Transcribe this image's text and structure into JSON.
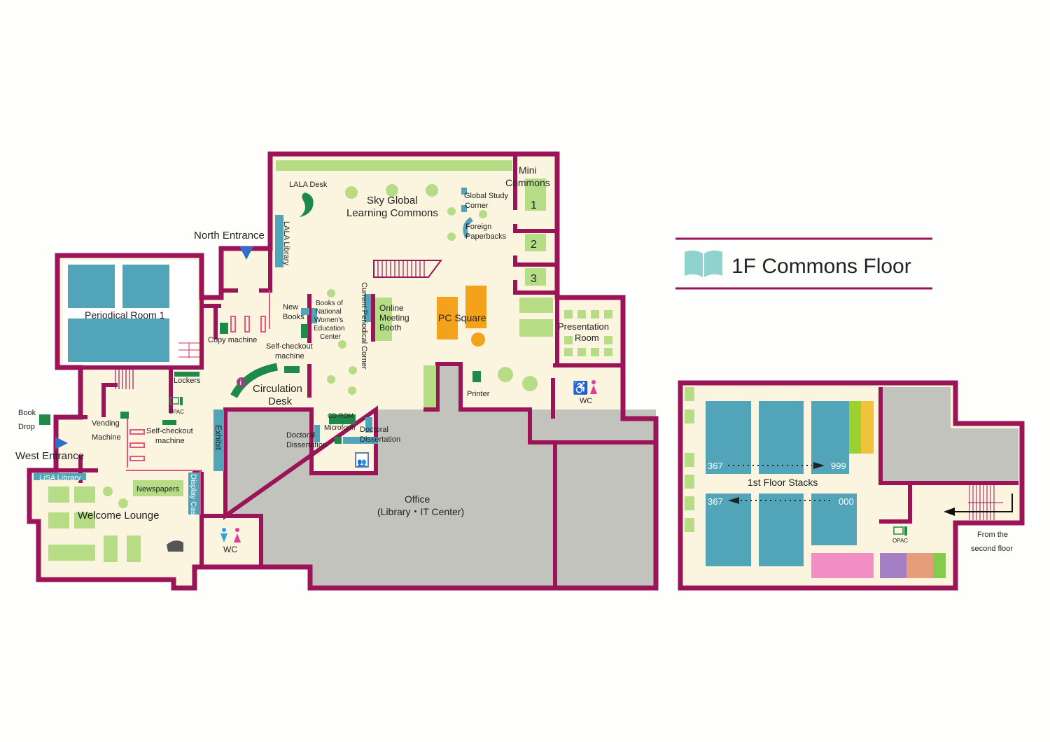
{
  "title": {
    "text": "1F Commons Floor",
    "icon": "open-book-icon"
  },
  "colors": {
    "wall": "#9b1458",
    "floor": "#fbf5e0",
    "shelf": "#52a5b8",
    "seating": "#b6dd86",
    "equipment": "#1e8a4a",
    "office": "#c3c3bd",
    "pc": "#f5a21b"
  },
  "main_floor": {
    "north_entrance": "North Entrance",
    "west_entrance": "West Entrance",
    "book_drop": [
      "Book",
      "Drop"
    ],
    "periodical_room": "Periodical Room 1",
    "copy_machine": "Copy machine",
    "lockers": "Lockers",
    "vending": [
      "Vending",
      "Machine"
    ],
    "opac": "OPAC",
    "self_checkout_1": [
      "Self-checkout",
      "machine"
    ],
    "self_checkout_2": [
      "Self-checkout",
      "machine"
    ],
    "lisa_library": "LiSA Library",
    "newspapers": "Newspapers",
    "display_case": "Display Case",
    "welcome_lounge": "Welcome Lounge",
    "exhibit": "Exhibit",
    "wc_1": "WC",
    "wc_2": "WC",
    "circulation": [
      "Circulation",
      "Desk"
    ],
    "lala_desk": "LALA Desk",
    "lala_library": "LALA Library",
    "sky_global": [
      "Sky Global",
      "Learning Commons"
    ],
    "global_study": [
      "Global Study",
      "Corner"
    ],
    "foreign_paperbacks": [
      "Foreign",
      "Paperbacks"
    ],
    "mini_commons": [
      "Mini",
      "Commons"
    ],
    "mini_rooms": [
      "1",
      "2",
      "3"
    ],
    "new_books": [
      "New",
      "Books"
    ],
    "nwec": [
      "Books of",
      "National",
      "Women's",
      "Education",
      "Center"
    ],
    "current_periodical": "Current Periodical Corner",
    "online_meeting": [
      "Online",
      "Meeting",
      "Booth"
    ],
    "pc_square": "PC Square",
    "presentation_room": [
      "Presentation",
      "Room"
    ],
    "printer": "Printer",
    "cd_rom": "CD-ROM",
    "microform": "Microform",
    "doctoral_1": [
      "Doctoral",
      "Dissertation"
    ],
    "doctoral_2": [
      "Doctoral",
      "Dissertation"
    ],
    "office": [
      "Office",
      "(Library・IT Center)"
    ]
  },
  "stacks": {
    "label": "1st Floor Stacks",
    "row1_start": "367",
    "row1_end": "999",
    "row2_start": "000",
    "row2_end": "367",
    "opac": "OPAC",
    "from_second": [
      "From the",
      "second floor"
    ]
  }
}
